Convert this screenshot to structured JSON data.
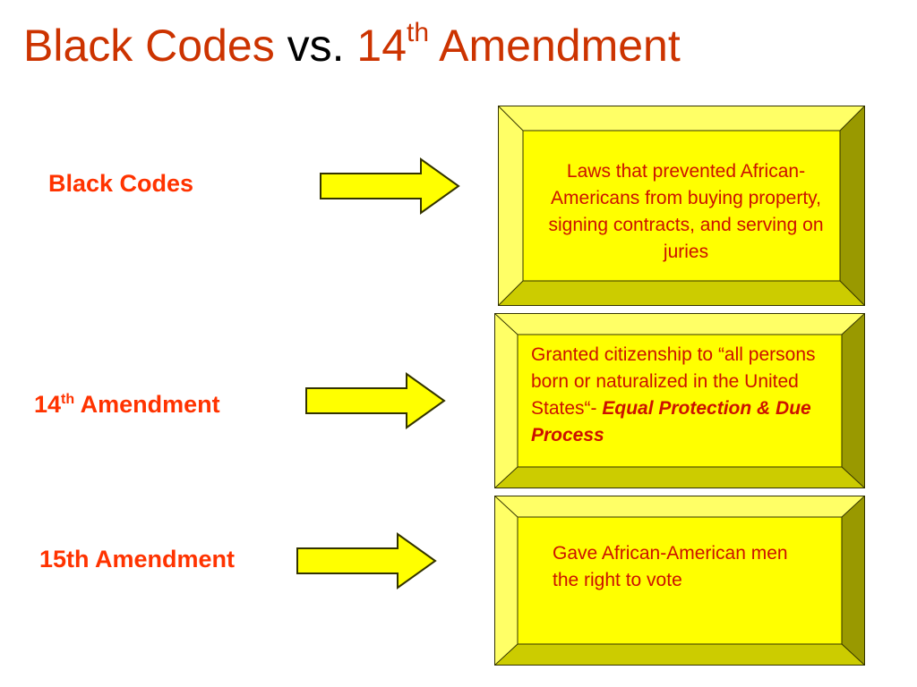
{
  "title": {
    "part1": "Black Codes",
    "part2": " vs. ",
    "part3_number": "14",
    "part3_sup": "th",
    "part4": " Amendment"
  },
  "colors": {
    "title_orange": "#cc3300",
    "title_black": "#000000",
    "term_red": "#ff3300",
    "box_text_red": "#cc1100",
    "yellow": "#ffff00",
    "bevel_light": "#ffff66",
    "bevel_dark": "#999900",
    "bevel_mid": "#cccc00"
  },
  "rows": [
    {
      "term": "Black Codes",
      "term_sup": "",
      "term_suffix": "",
      "description": "Laws that prevented African-Americans from buying property, signing contracts, and serving on juries",
      "description_emphasis": ""
    },
    {
      "term": "14",
      "term_sup": "th",
      "term_suffix": " Amendment",
      "description": "Granted citizenship to “all persons born or naturalized in the United States“- ",
      "description_emphasis": "Equal Protection & Due Process"
    },
    {
      "term": "15th Amendment",
      "term_sup": "",
      "term_suffix": "",
      "description": "Gave African-American men the right to vote",
      "description_emphasis": ""
    }
  ]
}
